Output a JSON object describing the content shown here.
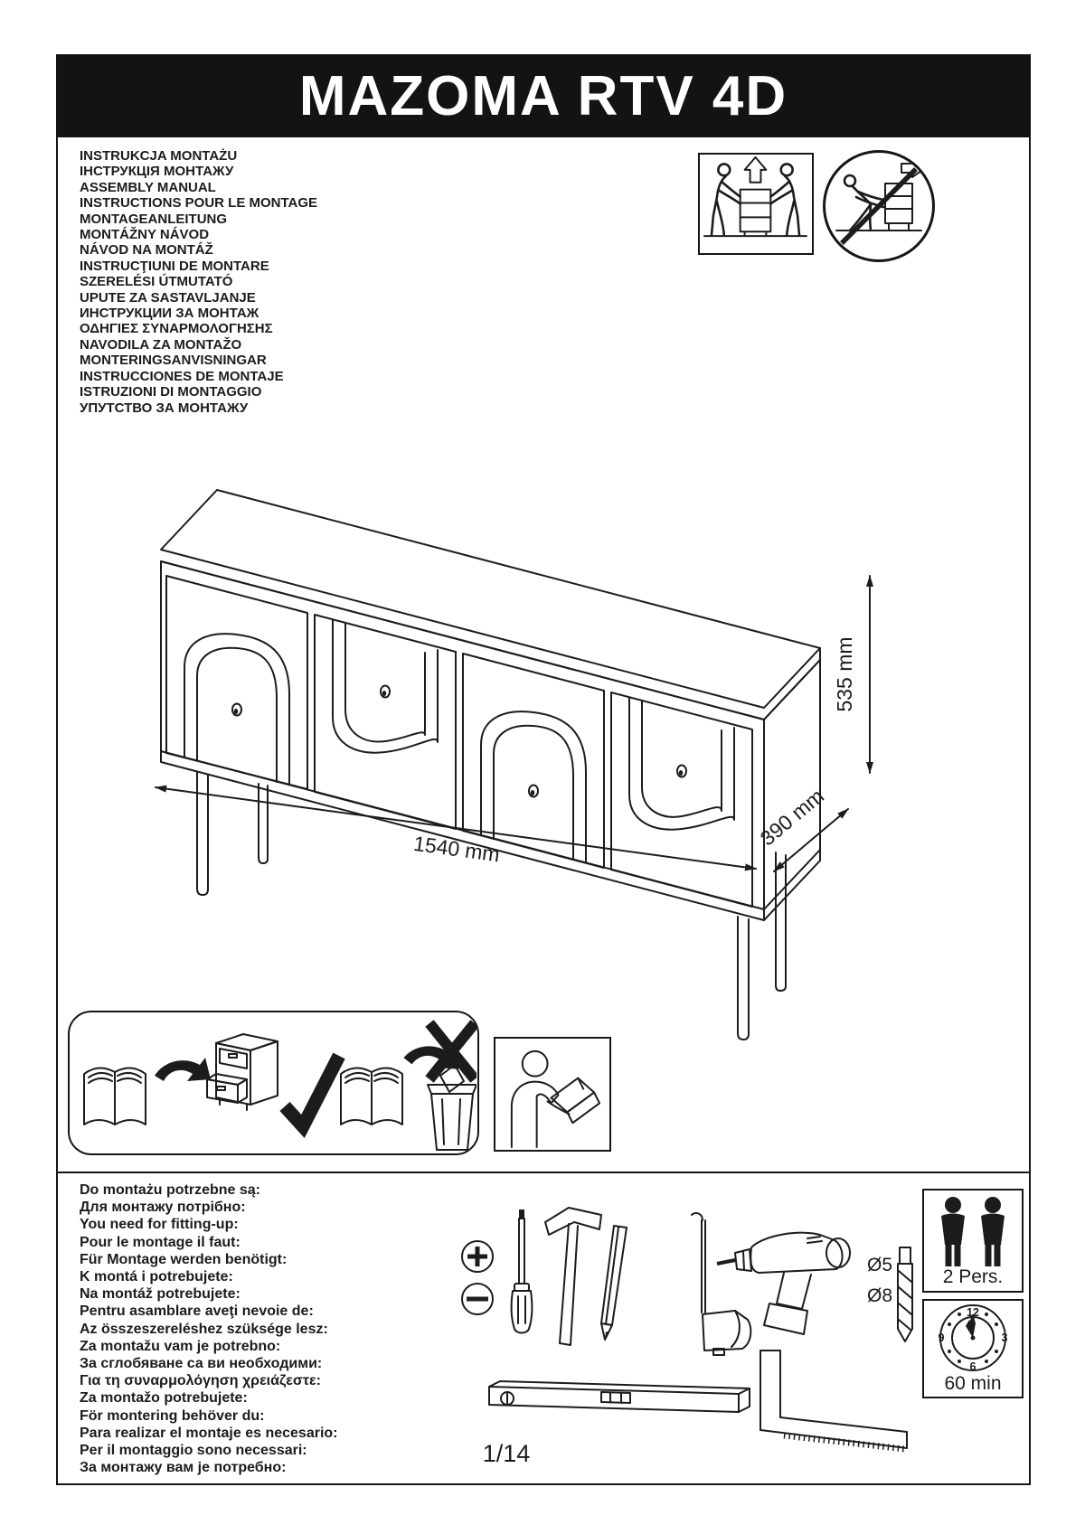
{
  "page": {
    "title": "MAZOMA RTV 4D",
    "page_number": "1/14"
  },
  "colors": {
    "paper": "#ffffff",
    "ink": "#1c1c1c",
    "header_bg": "#131313",
    "header_text": "#ffffff"
  },
  "instruction_titles": [
    "INSTRUKCJA MONTAŻU",
    "ІНСТРУКЦІЯ МОНТАЖУ",
    "ASSEMBLY MANUAL",
    "INSTRUCTIONS POUR LE MONTAGE",
    "MONTAGEANLEITUNG",
    "MONTÁŽNY NÁVOD",
    "NÁVOD NA MONTÁŽ",
    "INSTRUCŢIUNI DE MONTARE",
    "SZERELÉSI ÚTMUTATÓ",
    "UPUTE ZA SASTAVLJANJE",
    "ИНСТРУКЦИИ ЗА МОНТАЖ",
    "ΟΔΗΓΙΕΣ ΣΥΝΑΡΜΟΛΟΓΗΣΗΣ",
    "NAVODILA ZA MONTAŽO",
    "MONTERINGSANVISNINGAR",
    "INSTRUCCIONES DE MONTAJE",
    "ISTRUZIONI DI MONTAGGIO",
    "УПУТСТВО ЗА МОНТАЖУ"
  ],
  "dimensions": {
    "width_label": "1540 mm",
    "depth_label": "390 mm",
    "height_label": "535 mm"
  },
  "requirements": {
    "lines": [
      "Do montażu potrzebne są:",
      "Для монтажу потрібно:",
      "You need for fitting-up:",
      "Pour le montage il faut:",
      "Für Montage werden benötigt:",
      "K montá i potrebujete:",
      "Na montáž potrebujete:",
      "Pentru asamblare aveţi nevoie de:",
      "Az összeszereléshez szüksége lesz:",
      "Za montažu vam je potrebno:",
      "За сглобяване са ви необходими:",
      "Για τη συναρμολόγηση χρειάζεστε:",
      "Za montažo potrebujete:",
      "För montering behöver du:",
      "Para realizar el montaje es necesario:",
      "Per il montaggio sono necessari:",
      "За монтажу вам је потребно:"
    ],
    "drill_diameters": [
      "Ø5",
      "Ø8"
    ],
    "persons_label": "2 Pers.",
    "time_label": "60 min",
    "clock_numbers": [
      "12",
      "3",
      "6",
      "9"
    ]
  },
  "icons": {
    "two_person_lift": "two-people-lifting-cabinet-with-up-arrow",
    "no_single_person_drag": "prohibition-circle-person-dragging-cabinet",
    "store_manual_check": "open-book-into-cabinet-drawer-with-check-mark",
    "discard_manual_cross": "open-book-into-waste-bin-with-cross-mark",
    "read_manual_person": "person-reading-assembly-manual",
    "tools": [
      "phillips-screwdriver-symbol",
      "slotted-screwdriver-symbol",
      "screwdriver",
      "hammer",
      "pencil",
      "scriber-hook",
      "tape-measure",
      "power-drill",
      "spirit-level",
      "carpenter-square",
      "drill-bit"
    ]
  }
}
